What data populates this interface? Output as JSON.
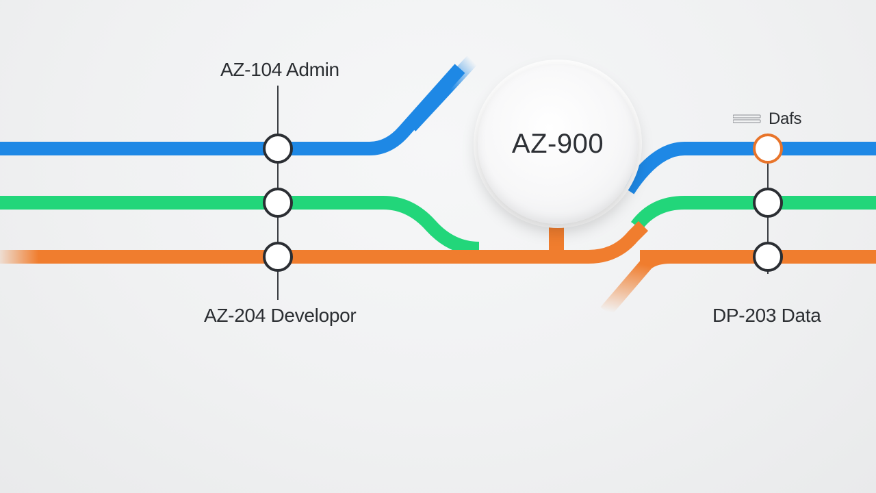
{
  "diagram": {
    "hub": {
      "label": "AZ-900"
    },
    "stations": {
      "admin": {
        "label": "AZ-104 Admin"
      },
      "developer": {
        "label": "AZ-204 Developor"
      },
      "data_top": {
        "label": "Dafs"
      },
      "dp203": {
        "label": "DP-203 Data"
      }
    },
    "lines": [
      {
        "name": "blue-line",
        "color": "#1e88e5"
      },
      {
        "name": "green-line",
        "color": "#22d67a"
      },
      {
        "name": "orange-line",
        "color": "#f07d2e"
      }
    ],
    "colors": {
      "station_fill": "#ffffff",
      "station_stroke": "#2b2e33",
      "accent_station_stroke": "#e8742a",
      "connector": "#3a3d42"
    }
  }
}
